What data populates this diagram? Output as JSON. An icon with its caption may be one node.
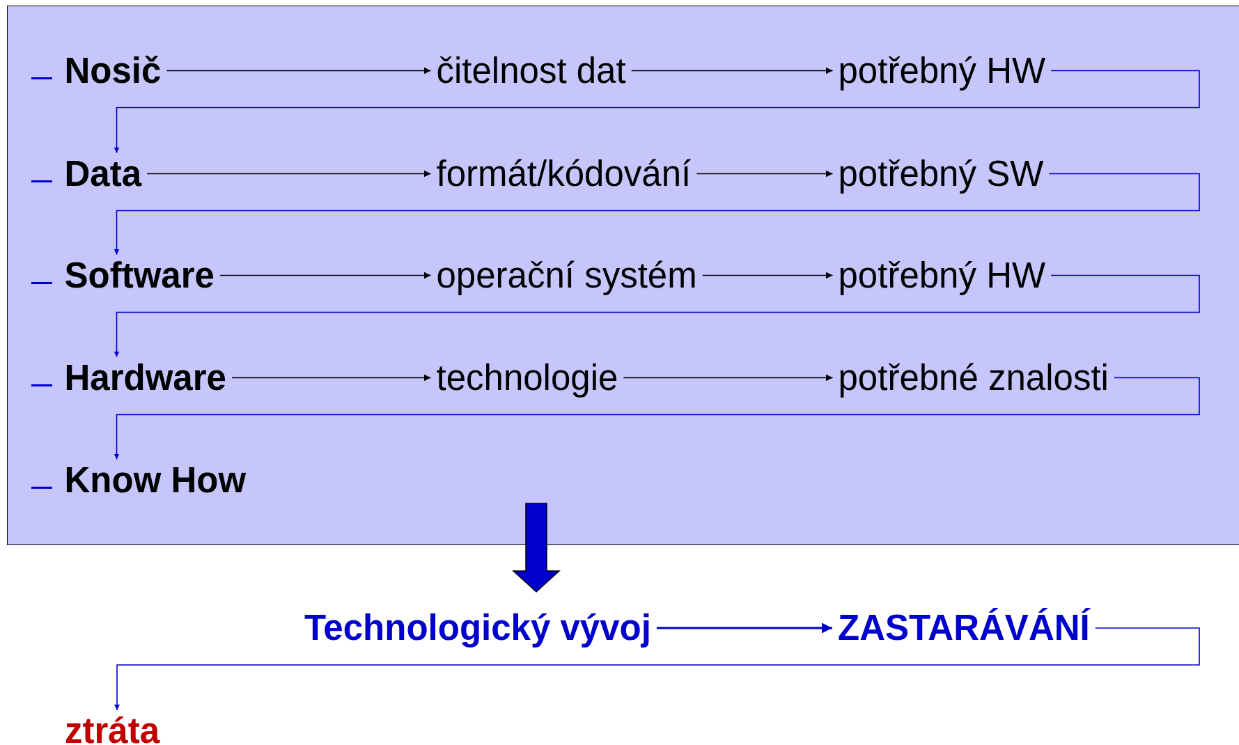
{
  "diagram": {
    "nodes": [
      {
        "text": [],
        "shape": "box"
      },
      {
        "text": [
          "Nosič"
        ],
        "in": 0
      },
      {
        "text": [
          "čitelnost dat"
        ],
        "in": 0
      },
      {
        "text": [
          "potřebný HW"
        ],
        "in": 0
      },
      {
        "text": [
          "Data"
        ],
        "in": 0
      },
      {
        "text": [
          "formát/kódování"
        ],
        "in": 0
      },
      {
        "text": [
          "potřebný SW"
        ],
        "in": 0
      },
      {
        "text": [
          "Software"
        ],
        "in": 0
      },
      {
        "text": [
          "operační systém"
        ],
        "in": 0
      },
      {
        "text": [
          "potřebný HW"
        ],
        "in": 0
      },
      {
        "text": [
          "Hardware"
        ],
        "in": 0
      },
      {
        "text": [
          "technologie"
        ],
        "in": 0
      },
      {
        "text": [
          "potřebné znalosti"
        ],
        "in": 0
      },
      {
        "text": [
          "Know How"
        ],
        "in": 0
      },
      {
        "text": [
          "Technologický vývoj"
        ]
      },
      {
        "text": [
          "ZASTARÁVÁNÍ"
        ]
      },
      {
        "text": [
          "ztráta"
        ]
      }
    ],
    "edges": [
      {
        "from": 1,
        "to": 2,
        "arrow": "to"
      },
      {
        "from": 2,
        "to": 3,
        "arrow": "to"
      },
      {
        "from": 3,
        "to": 4,
        "arrow": "to",
        "color": "#0000cc"
      },
      {
        "from": 4,
        "to": 5,
        "arrow": "to"
      },
      {
        "from": 5,
        "to": 6,
        "arrow": "to"
      },
      {
        "from": 6,
        "to": 7,
        "arrow": "to",
        "color": "#0000cc"
      },
      {
        "from": 7,
        "to": 8,
        "arrow": "to"
      },
      {
        "from": 8,
        "to": 9,
        "arrow": "to"
      },
      {
        "from": 9,
        "to": 10,
        "arrow": "to",
        "color": "#0000cc"
      },
      {
        "from": 10,
        "to": 11,
        "arrow": "to"
      },
      {
        "from": 11,
        "to": 12,
        "arrow": "to"
      },
      {
        "from": 12,
        "to": 13,
        "arrow": "to",
        "color": "#0000cc"
      },
      {
        "from": 0,
        "to": 14,
        "arrow": "to",
        "style": "thick",
        "color": "#0000cc"
      },
      {
        "from": 14,
        "to": 15,
        "arrow": "to",
        "color": "#0000cc"
      },
      {
        "from": 15,
        "to": 16,
        "arrow": "to",
        "color": "#0000cc"
      }
    ]
  }
}
